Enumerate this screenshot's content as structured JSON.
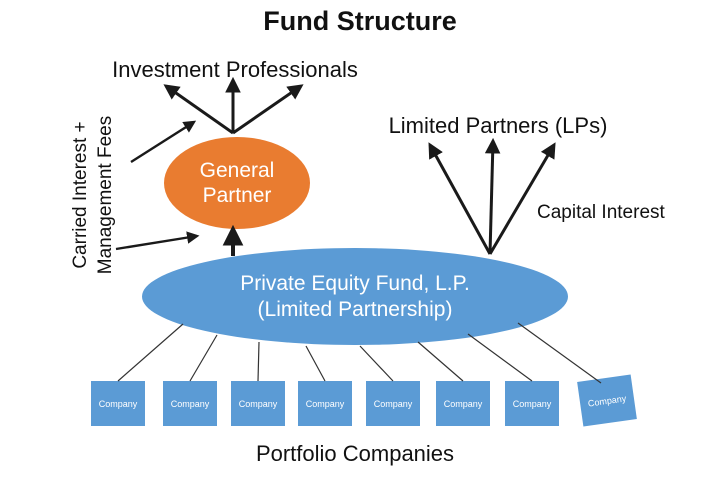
{
  "title": "Fund Structure",
  "labels": {
    "investment_professionals": "Investment Professionals",
    "carried_interest_line1": "Carried Interest +",
    "carried_interest_line2": "Management Fees",
    "limited_partners": "Limited Partners (LPs)",
    "capital_interest": "Capital Interest",
    "portfolio_companies": "Portfolio Companies"
  },
  "nodes": {
    "general_partner": {
      "line1": "General",
      "line2": "Partner",
      "color": "#E97C30"
    },
    "fund": {
      "line1": "Private Equity Fund, L.P.",
      "line2": "(Limited Partnership)",
      "color": "#5B9BD5"
    }
  },
  "companies": [
    "Company",
    "Company",
    "Company",
    "Company",
    "Company",
    "Company",
    "Company",
    "Company"
  ],
  "colors": {
    "node_orange": "#E97C30",
    "node_blue": "#5B9BD5",
    "arrow_black": "#1a1a1a"
  }
}
